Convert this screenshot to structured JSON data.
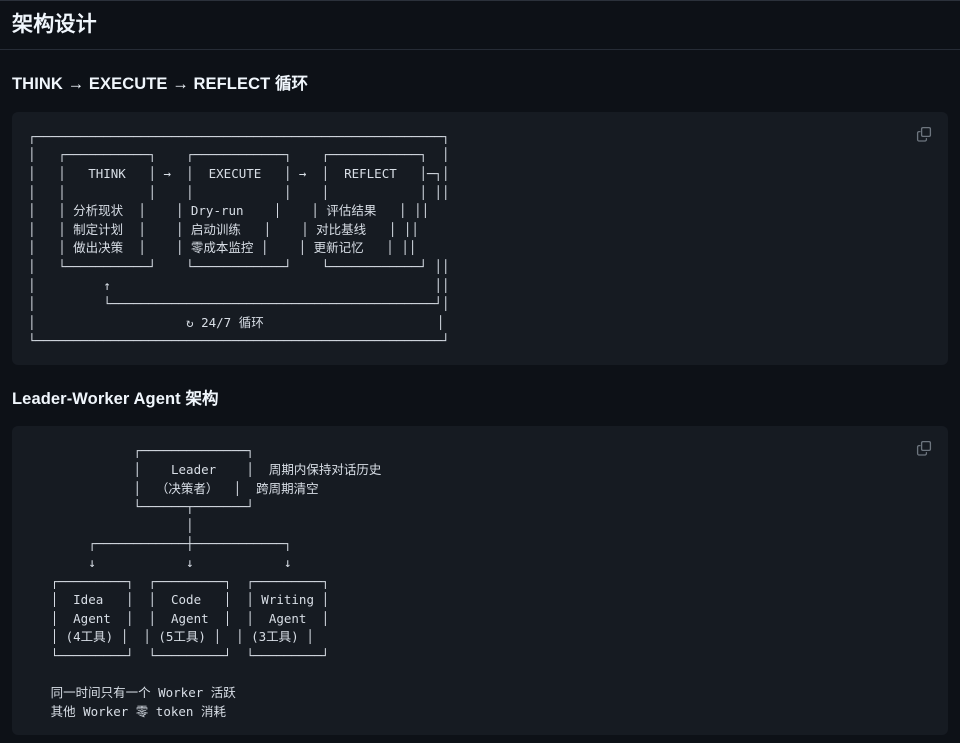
{
  "page": {
    "background": "#0d1117",
    "code_background": "#161b22",
    "text_color": "#e6edf3",
    "rule_color": "#262c36"
  },
  "title": "架构设计",
  "sections": [
    {
      "heading": "THINK → EXECUTE → REFLECT 循环",
      "copy_button": {
        "icon": "copy-icon",
        "label": "复制"
      },
      "ascii": "┌──────────────────────────────────────────────────────┐\n│   ┌───────────┐    ┌────────────┐    ┌────────────┐  │\n│   │   THINK   │ →  │  EXECUTE   │ →  │  REFLECT   │─┐│\n│   │           │    │            │    │            │ ││\n│   │ 分析现状  │    │ Dry-run    │    │ 评估结果   │ ││\n│   │ 制定计划  │    │ 启动训练   │    │ 对比基线   │ ││\n│   │ 做出决策  │    │ 零成本监控 │    │ 更新记忆   │ ││\n│   └───────────┘    └────────────┘    └────────────┘ ││\n│         ↑                                           ││\n│         └───────────────────────────────────────────┘│\n│                    ↻ 24/7 循环                       │\n└──────────────────────────────────────────────────────┘"
    },
    {
      "heading": "Leader-Worker Agent 架构",
      "copy_button": {
        "icon": "copy-icon",
        "label": "复制"
      },
      "ascii": "              ┌──────────────┐\n              │    Leader    │  周期内保持对话历史\n              │  （决策者）  │  跨周期清空\n              └──────┬───────┘\n                     │\n        ┌────────────┼────────────┐\n        ↓            ↓            ↓\n   ┌─────────┐  ┌─────────┐  ┌─────────┐\n   │  Idea   │  │  Code   │  │ Writing │\n   │  Agent  │  │  Agent  │  │  Agent  │\n   │ (4工具) │  │ (5工具) │  │ (3工具) │\n   └─────────┘  └─────────┘  └─────────┘\n\n   同一时间只有一个 Worker 活跃\n   其他 Worker 零 token 消耗"
    }
  ]
}
